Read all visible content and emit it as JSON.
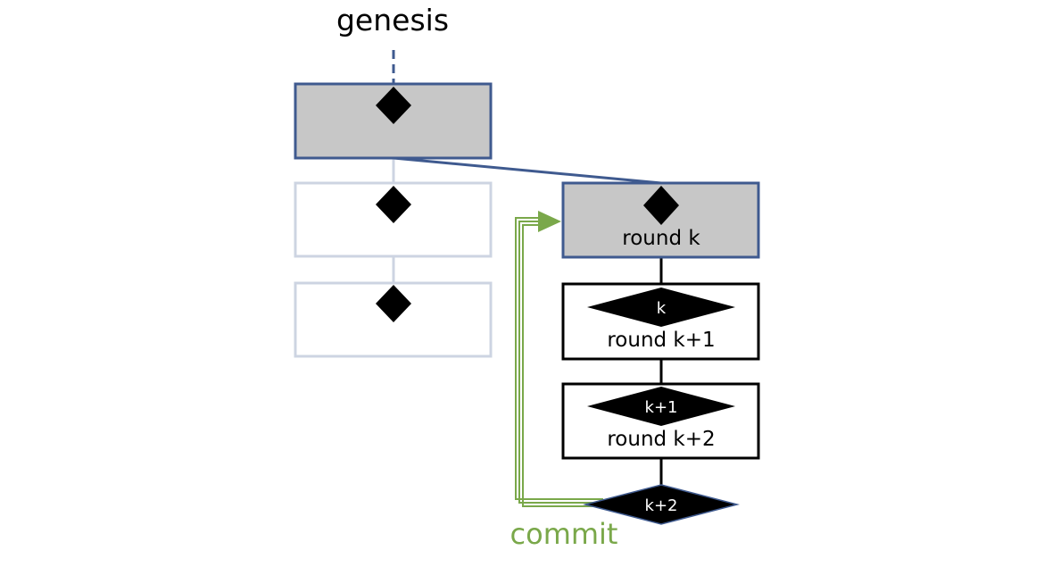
{
  "labels": {
    "genesis": "genesis",
    "commit": "commit"
  },
  "blocks": {
    "round_k": "round k",
    "round_k1": "round k+1",
    "round_k2": "round k+2"
  },
  "certificates": {
    "k": "k",
    "k1": "k+1",
    "k2": "k+2"
  },
  "colors": {
    "block_border_blue": "#3f5a8f",
    "faded_border": "#cdd4e2",
    "block_fill_gray": "#c7c7c7",
    "commit_green": "#7aa84a",
    "black": "#000000"
  }
}
